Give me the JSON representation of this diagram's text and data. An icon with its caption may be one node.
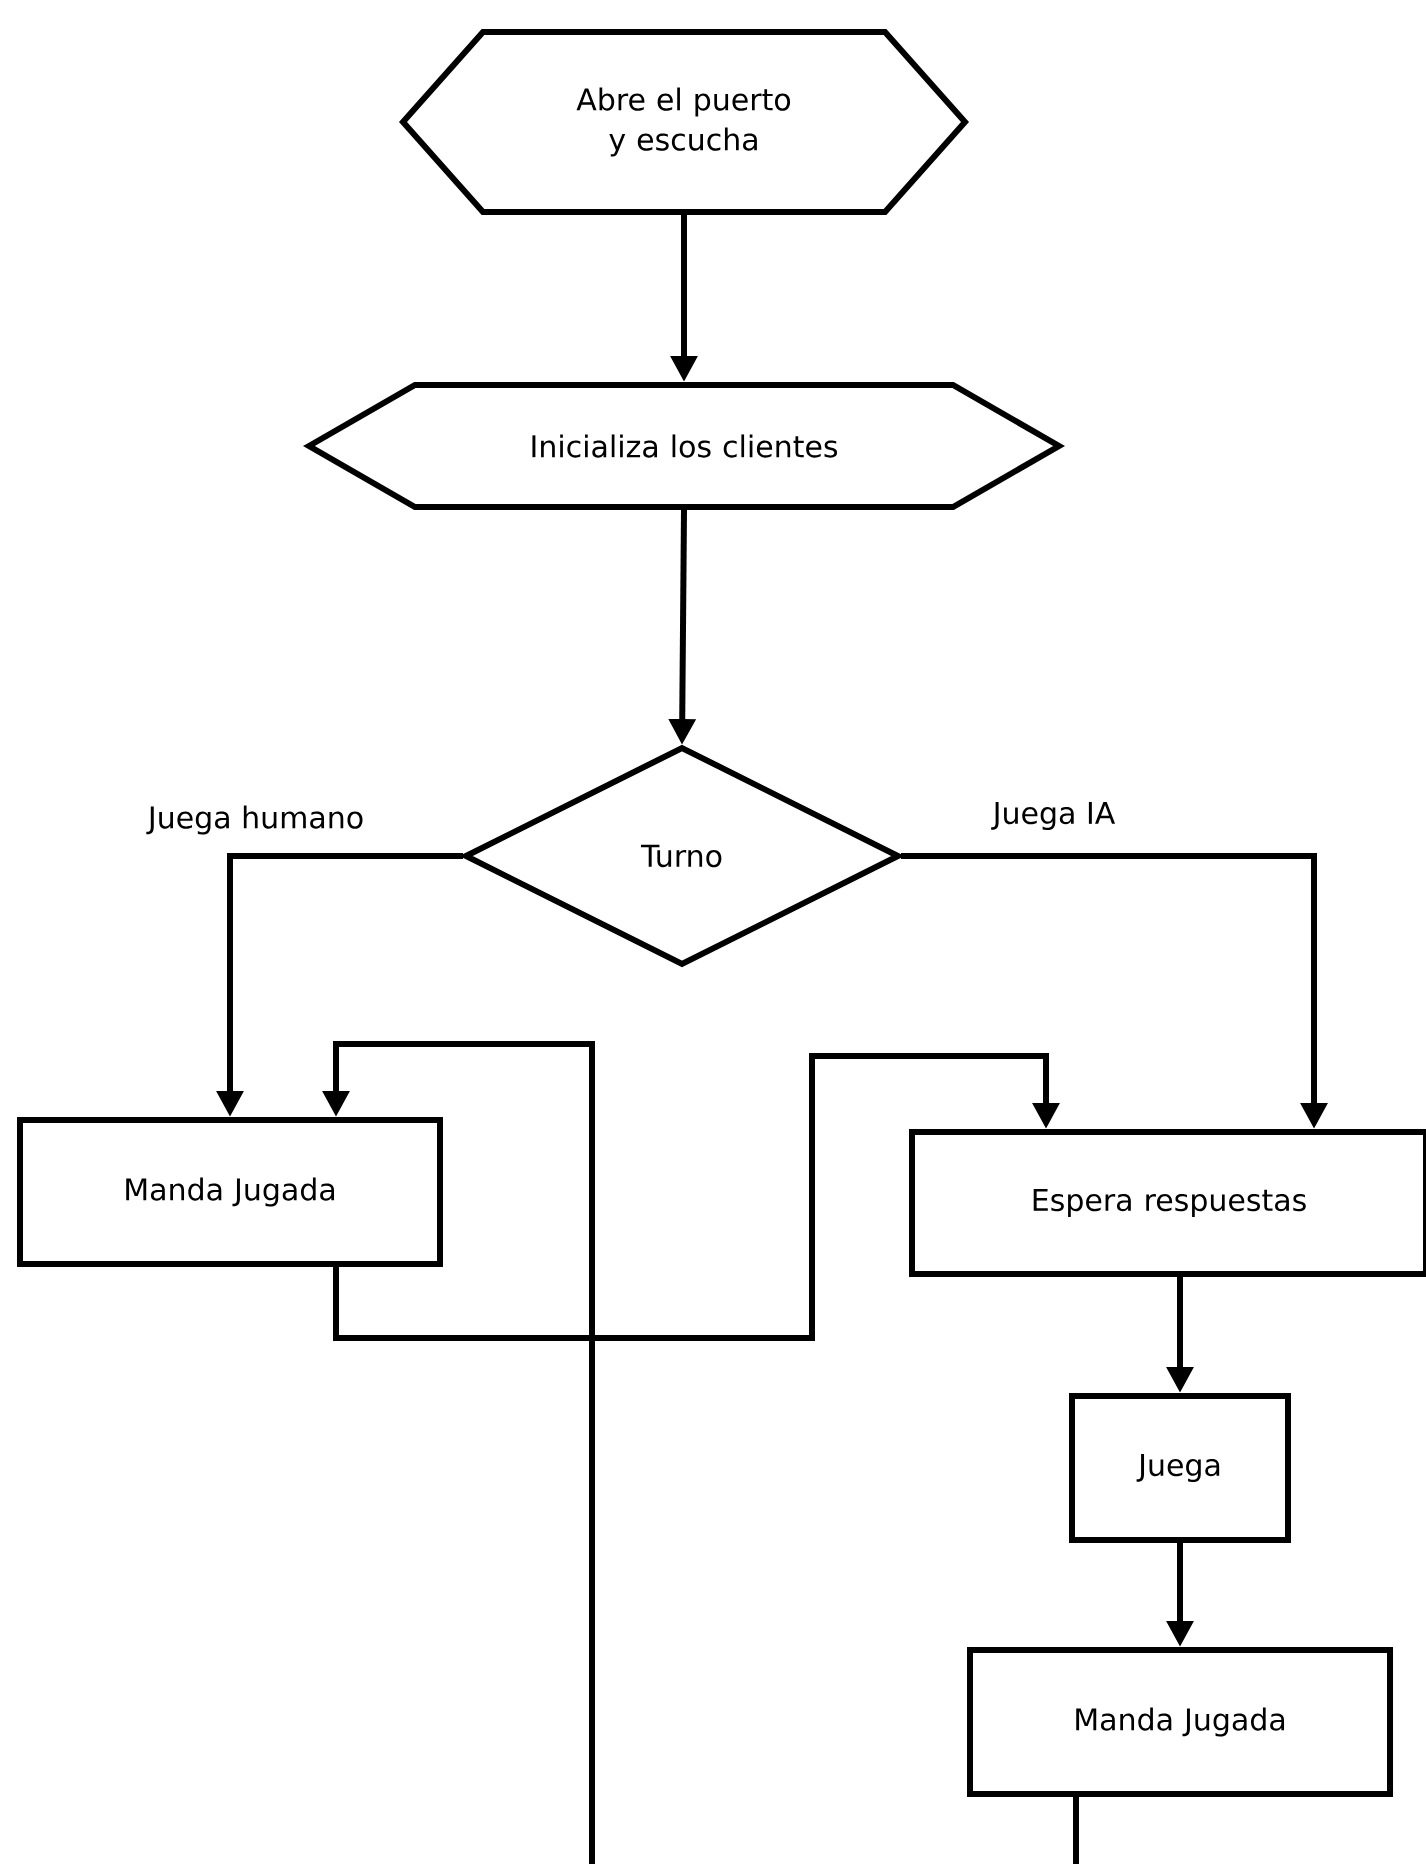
{
  "diagram": {
    "nodes": [
      {
        "text": [
          "Abre el puerto y escucha"
        ]
      },
      {
        "text": [
          "Inicializa los clientes"
        ]
      },
      {
        "text": [
          "Turno"
        ]
      },
      {
        "text": [
          "Manda Jugada"
        ]
      },
      {
        "text": [
          "Espera respuestas"
        ]
      },
      {
        "text": [
          "Juega"
        ]
      },
      {
        "text": [
          "Manda Jugada"
        ]
      }
    ],
    "edges": [
      {
        "from": 0,
        "to": 1,
        "arrow": "to"
      },
      {
        "from": 1,
        "to": 2,
        "arrow": "to"
      },
      {
        "from": 2,
        "to": 3,
        "arrow": "to",
        "label": "Juega humano"
      },
      {
        "from": 2,
        "to": 4,
        "arrow": "to",
        "label": "Juega IA"
      },
      {
        "from": 3,
        "to": 4,
        "arrow": "to"
      },
      {
        "from": null,
        "to": 3,
        "arrow": "to"
      },
      {
        "from": 4,
        "to": 5,
        "arrow": "to"
      },
      {
        "from": 5,
        "to": 6,
        "arrow": "to"
      },
      {
        "from": 6,
        "to": null,
        "arrow": "none"
      }
    ]
  }
}
